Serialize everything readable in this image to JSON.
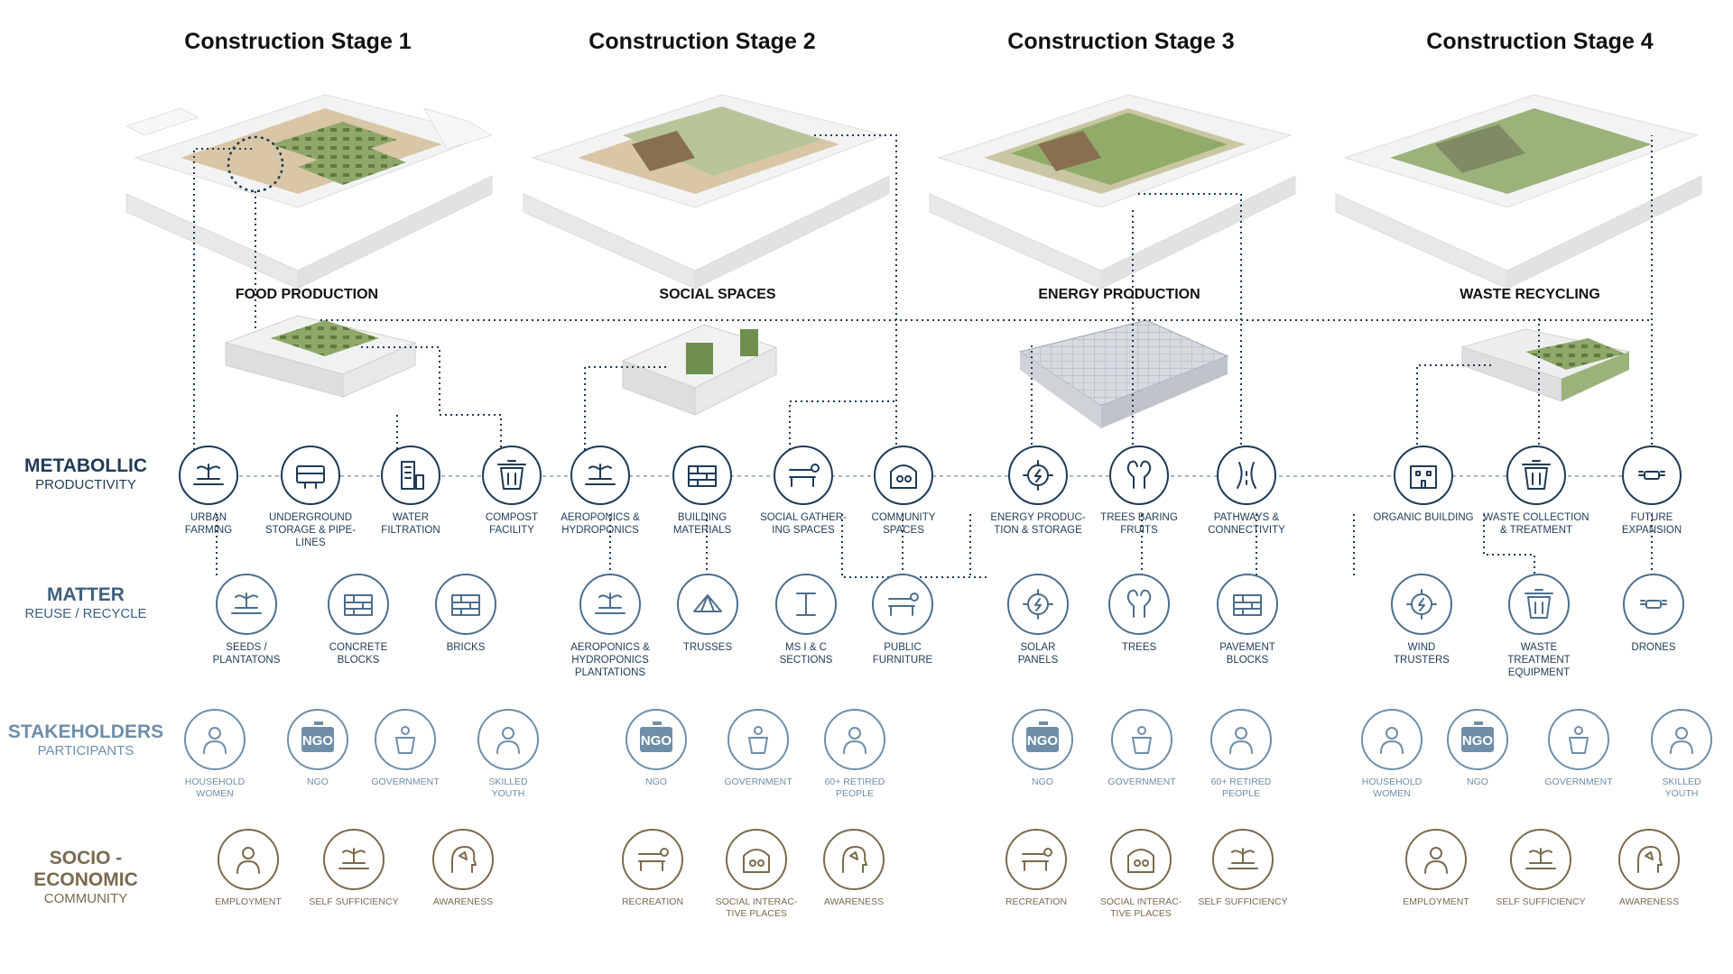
{
  "stages": [
    {
      "title": "Construction Stage 1"
    },
    {
      "title": "Construction Stage 2"
    },
    {
      "title": "Construction Stage 3"
    },
    {
      "title": "Construction Stage 4"
    }
  ],
  "functions": [
    {
      "title": "FOOD PRODUCTION"
    },
    {
      "title": "SOCIAL SPACES"
    },
    {
      "title": "ENERGY PRODUCTION"
    },
    {
      "title": "WASTE RECYCLING"
    }
  ],
  "rows": {
    "metabolic": {
      "main": "METABOLLIC",
      "sub": "PRODUCTIVITY"
    },
    "matter": {
      "main": "MATTER",
      "sub": "REUSE / RECYCLE"
    },
    "stakeholders": {
      "main": "STAKEHOLDERS",
      "sub": "PARTICIPANTS"
    },
    "socio": {
      "main": "SOCIO - ECONOMIC",
      "sub": "COMMUNITY"
    }
  },
  "colors": {
    "dark": "#1f3a55",
    "light": "#6f8ea8",
    "brown": "#7a6a4f",
    "connector": "#1f3a55"
  },
  "metabolic_icons": [
    {
      "label": "URBAN\nFARMING",
      "icon": "urban-farming-icon"
    },
    {
      "label": "UNDERGROUND\nSTORAGE & PIPE-\nLINES",
      "icon": "underground-storage-icon"
    },
    {
      "label": "WATER\nFILTRATION",
      "icon": "water-filtration-icon"
    },
    {
      "label": "COMPOST\nFACILITY",
      "icon": "compost-facility-icon"
    },
    {
      "label": "AEROPONICS &\nHYDROPONICS",
      "icon": "aeroponics-icon"
    },
    {
      "label": "BUILDING\nMATERIALS",
      "icon": "building-materials-icon"
    },
    {
      "label": "SOCIAL GATHER-\nING SPACES",
      "icon": "social-gathering-icon"
    },
    {
      "label": "COMMUNITY\nSPACES",
      "icon": "community-spaces-icon"
    },
    {
      "label": "ENERGY PRODUC-\nTION & STORAGE",
      "icon": "energy-production-icon"
    },
    {
      "label": "TREES BARING\nFRUITS",
      "icon": "fruit-trees-icon"
    },
    {
      "label": "PATHWAYS &\nCONNECTIVITY",
      "icon": "pathways-icon"
    },
    {
      "label": "ORGANIC BUILDING",
      "icon": "organic-building-icon"
    },
    {
      "label": "WASTE COLLECTION\n& TREATMENT",
      "icon": "waste-collection-icon"
    },
    {
      "label": "FUTURE\nEXPANSION",
      "icon": "future-expansion-icon"
    }
  ],
  "matter_icons": [
    {
      "label": "SEEDS /\nPLANTATONS",
      "icon": "seeds-icon"
    },
    {
      "label": "CONCRETE\nBLOCKS",
      "icon": "concrete-blocks-icon"
    },
    {
      "label": "BRICKS",
      "icon": "bricks-icon"
    },
    {
      "label": "AEROPONICS &\nHYDROPONICS\nPLANTATIONS",
      "icon": "hydroponics-plantation-icon"
    },
    {
      "label": "TRUSSES",
      "icon": "trusses-icon"
    },
    {
      "label": "MS I & C\nSECTIONS",
      "icon": "steel-sections-icon"
    },
    {
      "label": "PUBLIC\nFURNITURE",
      "icon": "public-furniture-icon"
    },
    {
      "label": "SOLAR\nPANELS",
      "icon": "solar-panels-icon"
    },
    {
      "label": "TREES",
      "icon": "trees-icon"
    },
    {
      "label": "PAVEMENT\nBLOCKS",
      "icon": "pavement-blocks-icon"
    },
    {
      "label": "WIND\nTRUSTERS",
      "icon": "wind-turbine-icon"
    },
    {
      "label": "WASTE\nTREATMENT\nEQUIPMENT",
      "icon": "waste-treatment-icon"
    },
    {
      "label": "DRONES",
      "icon": "drone-icon"
    }
  ],
  "stakeholder_icons": [
    {
      "label": "HOUSEHOLD\nWOMEN",
      "icon": "household-women-icon"
    },
    {
      "label": "NGO",
      "icon": "ngo-icon",
      "badge": "NGO"
    },
    {
      "label": "GOVERNMENT",
      "icon": "government-icon"
    },
    {
      "label": "SKILLED\nYOUTH",
      "icon": "skilled-youth-icon"
    },
    {
      "label": "NGO",
      "icon": "ngo-icon",
      "badge": "NGO"
    },
    {
      "label": "GOVERNMENT",
      "icon": "government-icon"
    },
    {
      "label": "60+ RETIRED\nPEOPLE",
      "icon": "retired-people-icon"
    },
    {
      "label": "NGO",
      "icon": "ngo-icon",
      "badge": "NGO"
    },
    {
      "label": "GOVERNMENT",
      "icon": "government-icon"
    },
    {
      "label": "60+ RETIRED\nPEOPLE",
      "icon": "retired-people-icon"
    },
    {
      "label": "HOUSEHOLD\nWOMEN",
      "icon": "household-women-icon"
    },
    {
      "label": "NGO",
      "icon": "ngo-icon",
      "badge": "NGO"
    },
    {
      "label": "GOVERNMENT",
      "icon": "government-icon"
    },
    {
      "label": "SKILLED\nYOUTH",
      "icon": "skilled-youth-icon"
    }
  ],
  "socio_icons": [
    {
      "label": "EMPLOYMENT",
      "icon": "employment-icon"
    },
    {
      "label": "SELF SUFFICIENCY",
      "icon": "self-sufficiency-icon"
    },
    {
      "label": "AWARENESS",
      "icon": "awareness-icon"
    },
    {
      "label": "RECREATION",
      "icon": "recreation-icon"
    },
    {
      "label": "SOCIAL INTERAC-\nTIVE PLACES",
      "icon": "social-interactive-icon"
    },
    {
      "label": "AWARENESS",
      "icon": "awareness-icon"
    },
    {
      "label": "RECREATION",
      "icon": "recreation-icon"
    },
    {
      "label": "SOCIAL INTERAC-\nTIVE PLACES",
      "icon": "social-interactive-icon"
    },
    {
      "label": "SELF SUFFICIENCY",
      "icon": "self-sufficiency-icon"
    },
    {
      "label": "EMPLOYMENT",
      "icon": "employment-icon"
    },
    {
      "label": "SELF SUFFICIENCY",
      "icon": "self-sufficiency-icon"
    },
    {
      "label": "AWARENESS",
      "icon": "awareness-icon"
    }
  ]
}
